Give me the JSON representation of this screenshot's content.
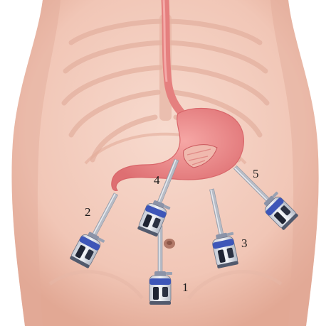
{
  "ports": [
    {
      "id": "1",
      "label": "1"
    },
    {
      "id": "2",
      "label": "2"
    },
    {
      "id": "3",
      "label": "3"
    },
    {
      "id": "4",
      "label": "4"
    },
    {
      "id": "5",
      "label": "5"
    }
  ],
  "colors": {
    "skin": "#f3cdbf",
    "skin_shadow": "#e3aa98",
    "ribs": "#e7b7a6",
    "stomach": "#ef8f8f",
    "stomach_dark": "#d86a6c",
    "esophagus": "#eb8a8b",
    "trocar_body": "#dfe3ea",
    "trocar_accent": "#3e56b8",
    "trocar_dark": "#1f2433",
    "shaft": "#b7bcc6"
  }
}
